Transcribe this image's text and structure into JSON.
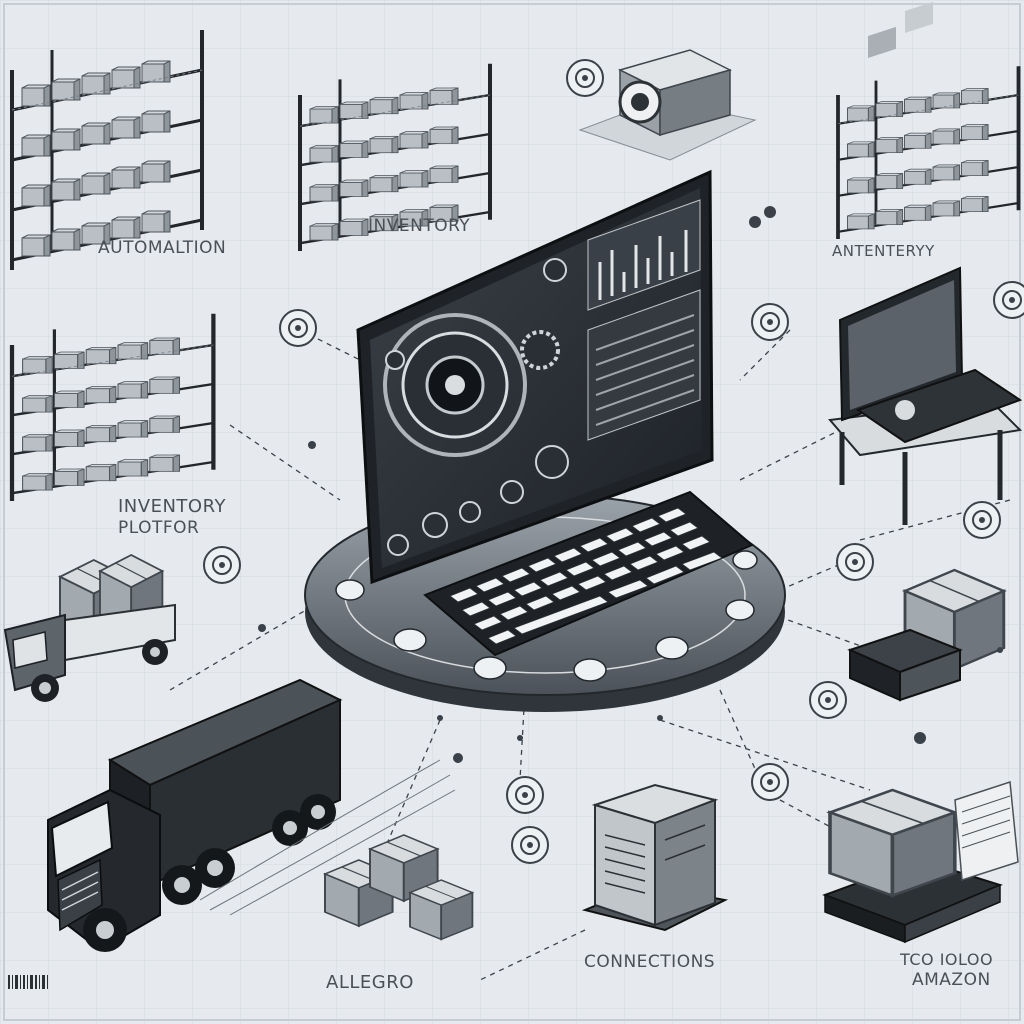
{
  "labels": {
    "automation": "AUTOMALTION",
    "inventory_top": "INVENTORY",
    "antentery": "ANTENTERYY",
    "inventory_left_line1": "INVENTORY",
    "inventory_left_line2": "PLOTFOR",
    "connections": "CONNECTIONS",
    "allegro": "ALLEGRO",
    "amazon_line1": "TCO IOLOO",
    "amazon_line2": "AMAZON"
  }
}
